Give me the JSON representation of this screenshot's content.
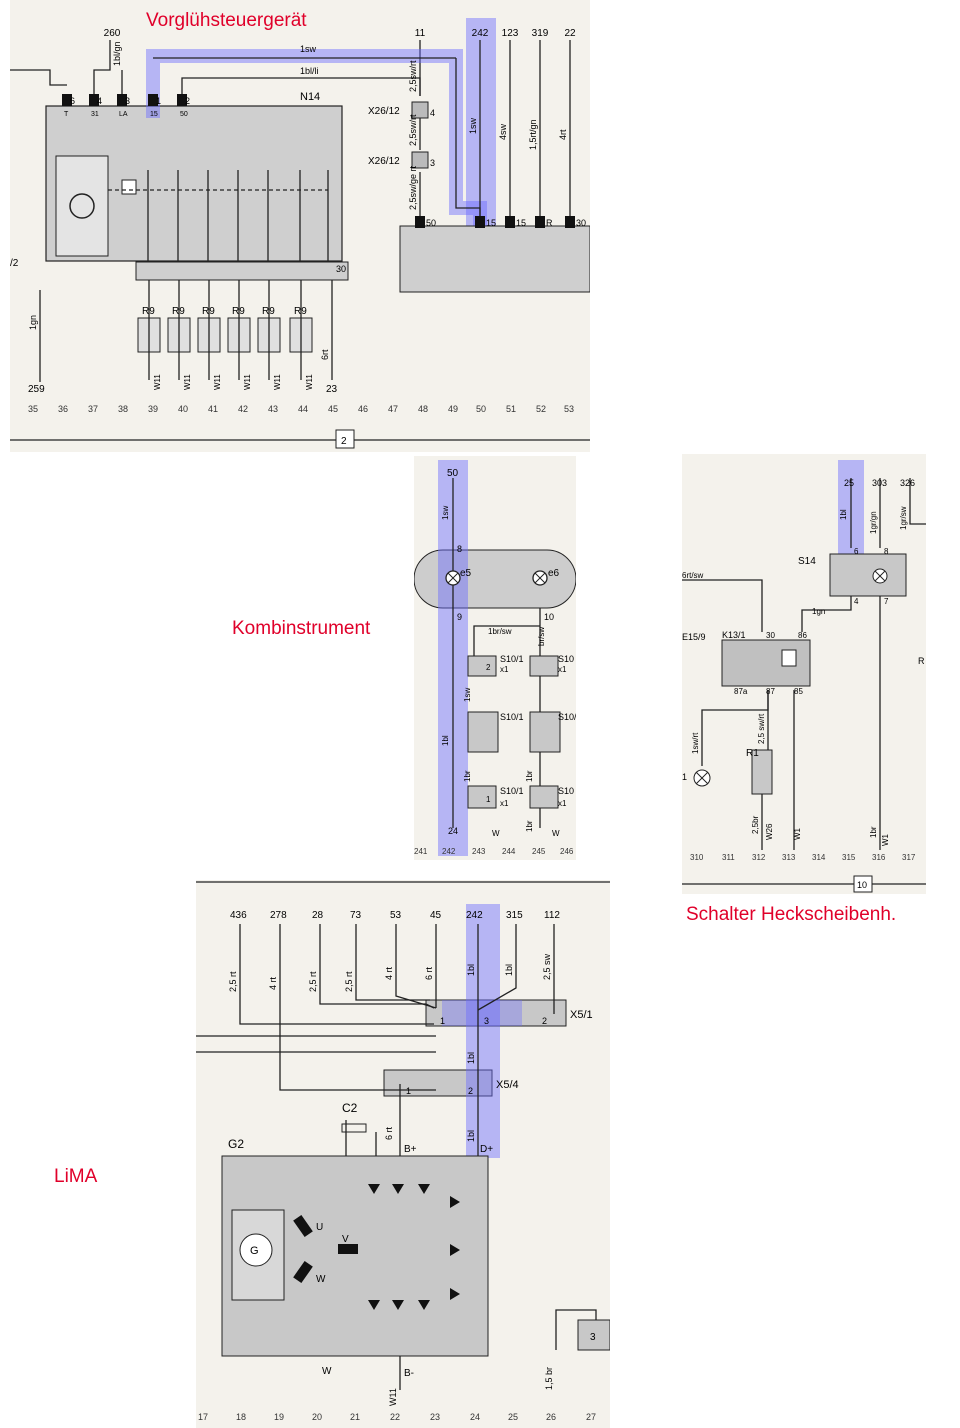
{
  "captions": {
    "glow": "Vorglühsteuergerät",
    "kombi": "Kombinstrument",
    "heck": "Schalter Heckscheibenh.",
    "lima": "LiMA"
  },
  "colors": {
    "caption": "#e0002a",
    "highlight": "#6a6aff",
    "wire": "#222222",
    "component_fill": "#c8c8c8",
    "paper": "#f4f2ec"
  },
  "panel_glow": {
    "top_refs": [
      "260",
      "11",
      "242",
      "123",
      "319",
      "22"
    ],
    "module": "N14",
    "connectors": [
      "X26/12",
      "X26/12"
    ],
    "connector_pins": [
      "4",
      "3"
    ],
    "wires": [
      "1sw",
      "1bl/li",
      "1bl/gn",
      "2,5sw/rt",
      "2,5sw/rt",
      "2,5sw/ge rt",
      "1sw",
      "4sw",
      "1,5rt/gn",
      "4rt",
      "1gn",
      "6rt"
    ],
    "module_pins": [
      "6",
      "4",
      "3",
      "1",
      "2"
    ],
    "module_pin_sub": [
      "T",
      "31",
      "LA",
      "15",
      "50"
    ],
    "switch_pins": [
      "50",
      "15",
      "15",
      "R",
      "30"
    ],
    "pin_30": "30",
    "glow_plugs": [
      "R9",
      "R9",
      "R9",
      "R9",
      "R9",
      "R9"
    ],
    "plug_wires": [
      "W11",
      "W11",
      "W11",
      "W11",
      "W11",
      "W11"
    ],
    "left_ref": "/2",
    "bottom_refs": [
      "259",
      "23"
    ],
    "grid": [
      "35",
      "36",
      "37",
      "38",
      "39",
      "40",
      "41",
      "42",
      "43",
      "44",
      "45",
      "46",
      "47",
      "48",
      "49",
      "50",
      "51",
      "52",
      "53"
    ],
    "page": "2"
  },
  "panel_kombi": {
    "top_ref": "50",
    "lamps": [
      "e5",
      "e6"
    ],
    "pins": [
      "8",
      "9",
      "10"
    ],
    "wires": [
      "1sw",
      "1bl",
      "1br/sw",
      "br/sw",
      "1sw",
      "1br",
      "1br",
      "1br"
    ],
    "switches": [
      "S10/1",
      "S10/1",
      "S10/1",
      "S10",
      "S10/",
      "S10"
    ],
    "sub": [
      "x1",
      "x1",
      "x1",
      "x1"
    ],
    "switch_pins": [
      "2",
      "1"
    ],
    "bottom_refs": [
      "24"
    ],
    "ground": [
      "W",
      "W"
    ],
    "grid": [
      "241",
      "242",
      "243",
      "244",
      "245",
      "246"
    ]
  },
  "panel_heck": {
    "top_refs": [
      "25",
      "303",
      "326"
    ],
    "switch": "S14",
    "relay": [
      "E15/9",
      "K13/1"
    ],
    "resistor": "R1",
    "wires": [
      "1bl",
      "1gr/gn",
      "1gr/sw",
      "6rt/sw",
      "1gn",
      "1sw/rt",
      "2,5 sw/rt",
      "2,5br",
      "W26",
      "W1",
      "1br",
      "W1"
    ],
    "switch_pins": [
      "6",
      "8",
      "4",
      "7"
    ],
    "relay_pins": [
      "30",
      "86",
      "87a",
      "87",
      "85"
    ],
    "side_label": "R",
    "lamp_label": "1",
    "grid": [
      "310",
      "311",
      "312",
      "313",
      "314",
      "315",
      "316",
      "317"
    ],
    "page": "10"
  },
  "panel_lima": {
    "top_refs": [
      "436",
      "278",
      "28",
      "73",
      "53",
      "45",
      "242",
      "315",
      "112"
    ],
    "wires": [
      "2,5 rt",
      "4 rt",
      "2,5 rt",
      "2,5 rt",
      "4 rt",
      "6 rt",
      "1bl",
      "1bl",
      "2,5 sw",
      "1bl",
      "1bl",
      "6 rt",
      "1,5 br"
    ],
    "connectors": [
      "X5/1",
      "X5/4"
    ],
    "x51_pins": [
      "1",
      "3",
      "2"
    ],
    "x54_pins": [
      "1",
      "2"
    ],
    "cap": "C2",
    "gen": "G2",
    "terminals": [
      "B+",
      "D+",
      "B-",
      "W"
    ],
    "windings": [
      "U",
      "V",
      "W"
    ],
    "gen_symbol": "G",
    "ground": "W11",
    "side_pin": "3",
    "grid": [
      "17",
      "18",
      "19",
      "20",
      "21",
      "22",
      "23",
      "24",
      "25",
      "26",
      "27"
    ]
  }
}
